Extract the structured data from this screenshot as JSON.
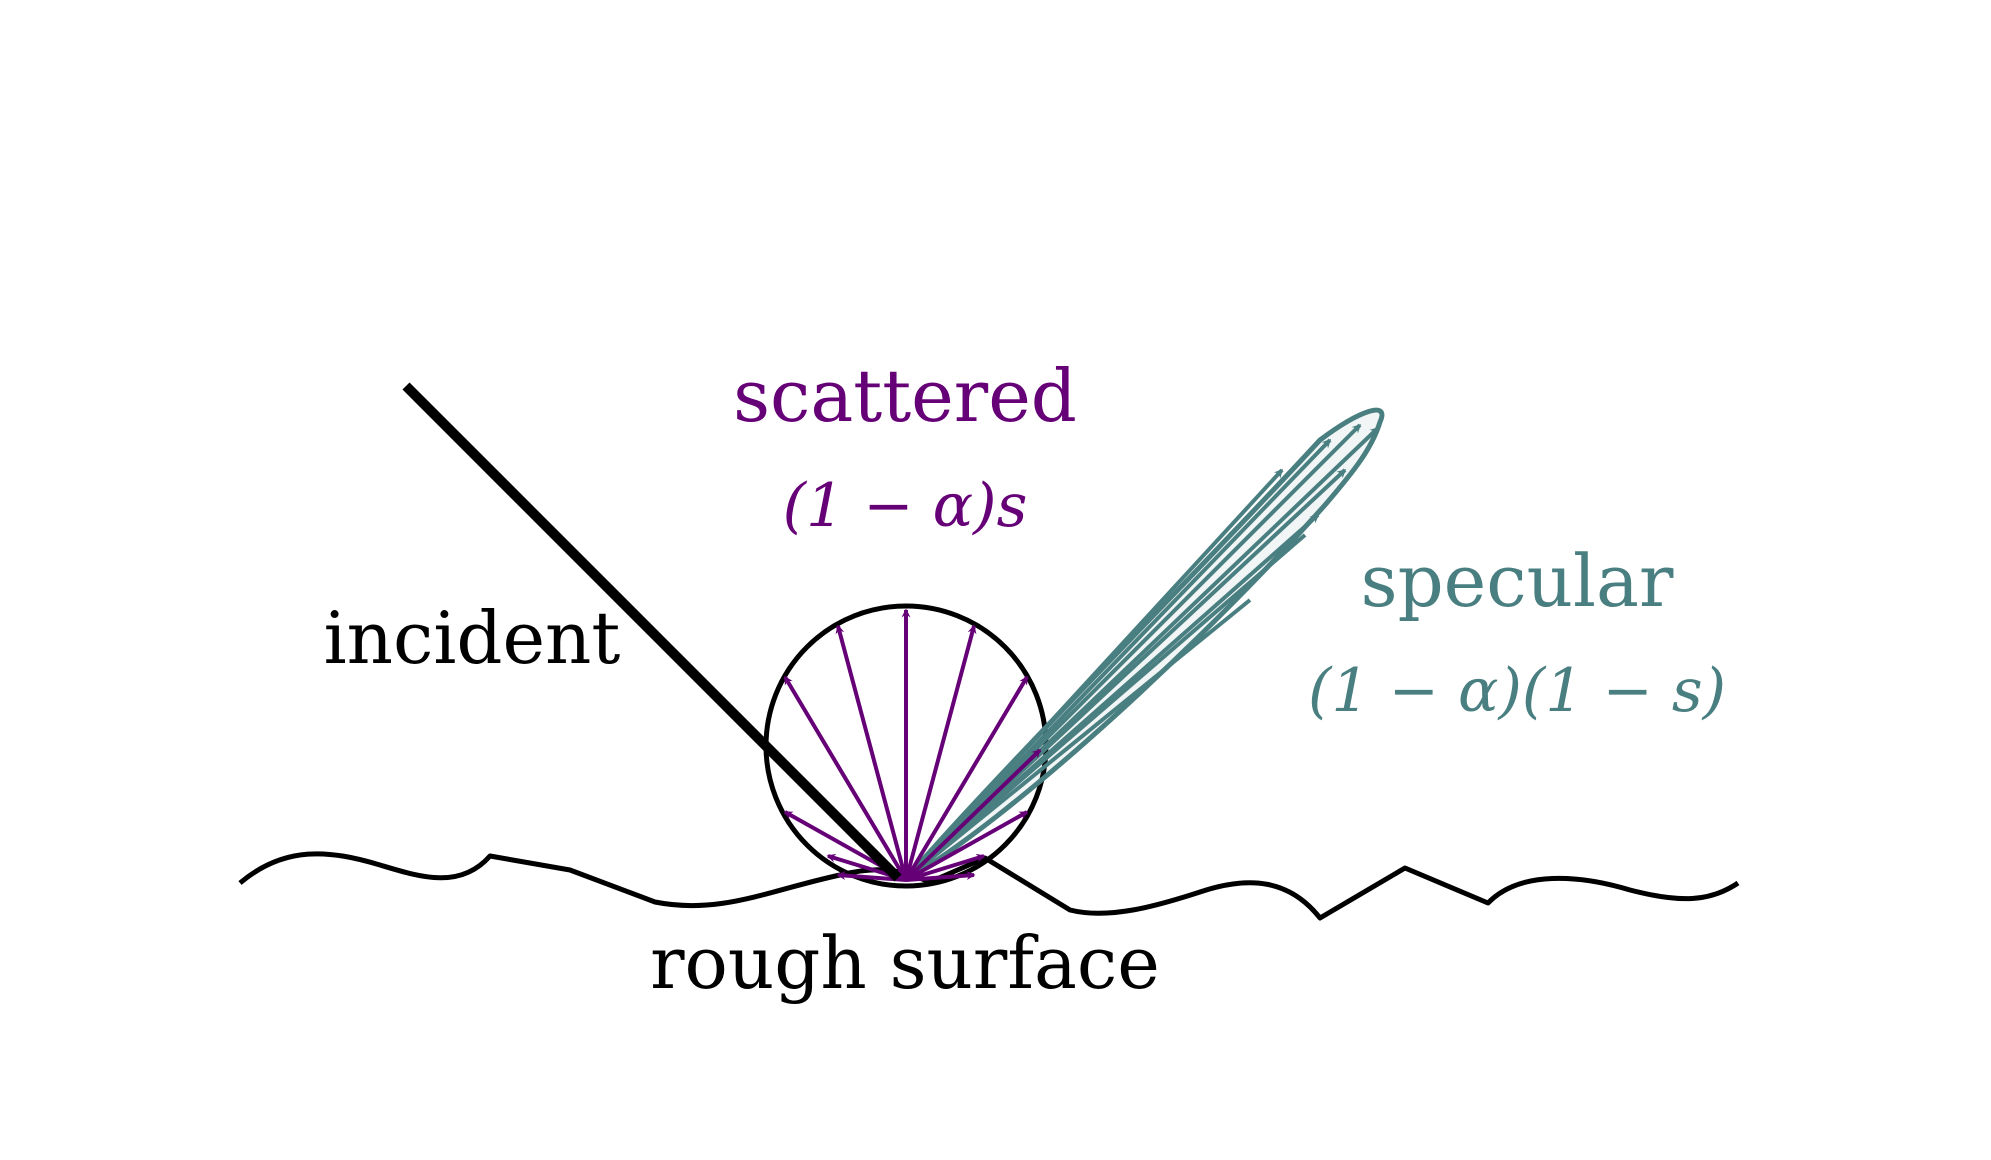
{
  "labels": {
    "incident": "incident",
    "scattered": "scattered",
    "scattered_formula": "(1 − α)s",
    "specular": "specular",
    "specular_formula": "(1 − α)(1 − s)",
    "surface": "rough surface"
  },
  "colors": {
    "incident": "#000000",
    "scattered": "#660077",
    "specular": "#4a7f81",
    "surface": "#000000"
  }
}
